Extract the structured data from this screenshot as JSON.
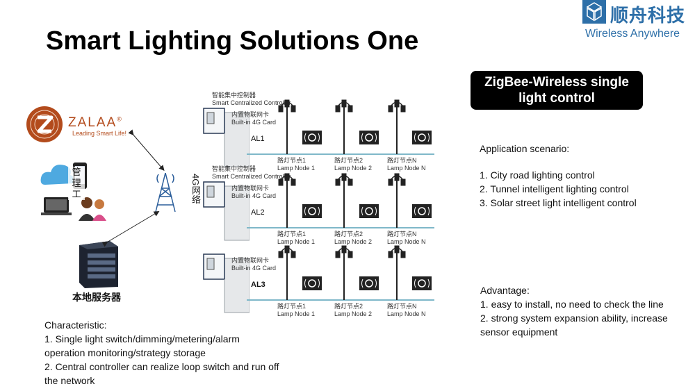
{
  "title": "Smart Lighting Solutions One",
  "logo": {
    "chinese": "顺舟科技",
    "english": "Wireless Anywhere",
    "brand_color": "#2d6fa8"
  },
  "zigbee_box": {
    "line1": "ZigBee-Wireless single",
    "line2": "light control"
  },
  "application": {
    "heading": "Application scenario:",
    "items": [
      "1. City road lighting control",
      "2. Tunnel intelligent lighting control",
      "3.  Solar street light intelligent control"
    ]
  },
  "advantage": {
    "heading": "Advantage:",
    "items": [
      "1. easy to install, no need to check the line",
      "2. strong system expansion ability, increase sensor equipment"
    ]
  },
  "characteristic": {
    "heading": "Characteristic:",
    "items": [
      "1. Single light switch/dimming/metering/alarm operation monitoring/strategy storage",
      "2. Central controller can realize loop switch and run off the network"
    ]
  },
  "zalaa": {
    "name": "ZALAA",
    "trademark": "®",
    "tagline": "Leading Smart Life!",
    "color": "#b34b1c"
  },
  "user_badge_chars": [
    "管",
    "理",
    "工"
  ],
  "tower_label": "4G网络",
  "server_label": "本地服务器",
  "diagram": {
    "rows": [
      {
        "controller_cn": "智能集中控制器",
        "controller_en": "Smart Centralized Controller",
        "card_cn": "内置物联网卡",
        "card_en": "Built-in 4G Card",
        "label": "AL1",
        "nodes": [
          {
            "cn": "路灯节点1",
            "en": "Lamp Node 1"
          },
          {
            "cn": "路灯节点2",
            "en": "Lamp Node 2"
          },
          {
            "cn": "路灯节点N",
            "en": "Lamp Node N"
          }
        ]
      },
      {
        "controller_cn": "智能集中控制器",
        "controller_en": "Smart Centralized Controller",
        "card_cn": "内置物联网卡",
        "card_en": "Built-in 4G Card",
        "label": "AL2",
        "nodes": [
          {
            "cn": "路灯节点1",
            "en": "Lamp Node 1"
          },
          {
            "cn": "路灯节点2",
            "en": "Lamp Node 2"
          },
          {
            "cn": "路灯节点N",
            "en": "Lamp Node N"
          }
        ]
      },
      {
        "controller_cn": "",
        "controller_en": "",
        "card_cn": "内置物联网卡",
        "card_en": "Built-in 4G Card",
        "label": "AL3",
        "nodes": [
          {
            "cn": "路灯节点1",
            "en": "Lamp Node 1"
          },
          {
            "cn": "路灯节点2",
            "en": "Lamp Node 2"
          },
          {
            "cn": "路灯节点N",
            "en": "Lamp Node N"
          }
        ]
      }
    ]
  }
}
